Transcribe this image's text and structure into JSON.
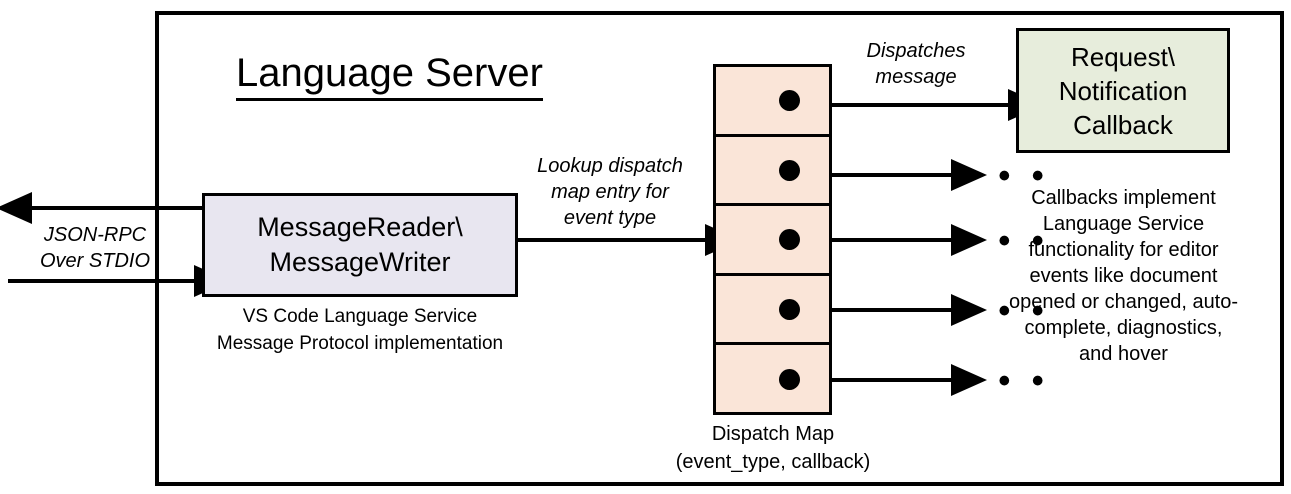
{
  "diagram": {
    "title": "Language Server",
    "frame_border_color": "#000000",
    "background": "#ffffff"
  },
  "reader": {
    "line1": "MessageReader\\",
    "line2": "MessageWriter",
    "caption_line1": "VS Code Language Service",
    "caption_line2": "Message Protocol implementation",
    "fill": "#E8E6F0"
  },
  "dispatch_map": {
    "caption_line1": "Dispatch Map",
    "caption_line2": "(event_type, callback)",
    "fill": "#FAE5D8",
    "cells": [
      {
        "index": 1
      },
      {
        "index": 2
      },
      {
        "index": 3
      },
      {
        "index": 4
      },
      {
        "index": 5
      }
    ]
  },
  "callback": {
    "line1": "Request\\",
    "line2": "Notification",
    "line3": "Callback",
    "fill": "#E7EDDC",
    "caption": "Callbacks implement Language Service functionality for editor events like document opened or changed, auto-complete, diagnostics, and hover"
  },
  "labels": {
    "jsonrpc_line1": "JSON-RPC",
    "jsonrpc_line2": "Over STDIO",
    "lookup_line1": "Lookup dispatch",
    "lookup_line2": "map entry for",
    "lookup_line3": "event type",
    "dispatches_line1": "Dispatches",
    "dispatches_line2": "message"
  },
  "ellipses": {
    "glyph": "• • •",
    "count": 4
  }
}
